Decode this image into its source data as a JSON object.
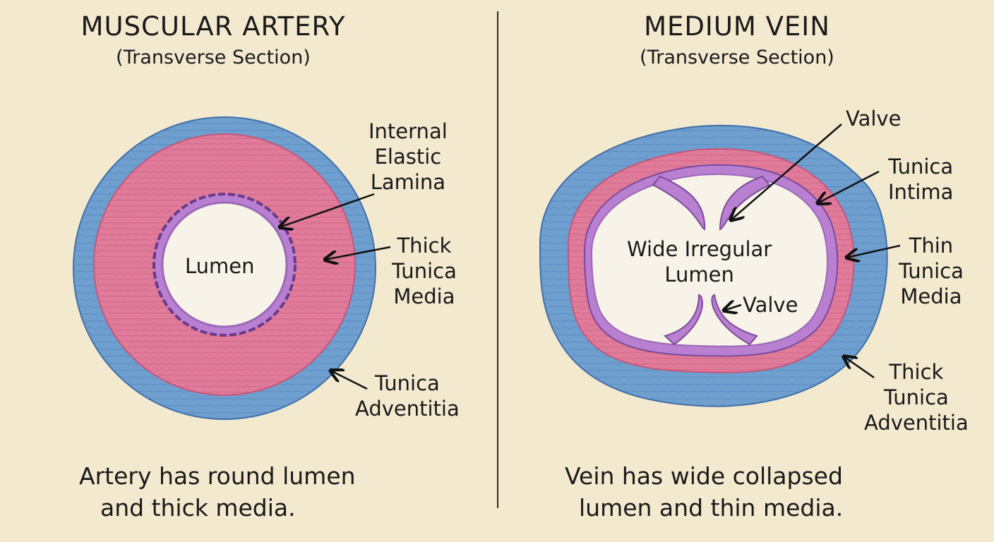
{
  "artery": {
    "title": "MUSCULAR ARTERY",
    "subtitle": "(Transverse Section)",
    "labels": {
      "lumen": "Lumen",
      "iel": [
        "Internal",
        "Elastic",
        "Lamina"
      ],
      "media": [
        "Thick",
        "Tunica",
        "Media"
      ],
      "adventitia": [
        "Tunica",
        "Adventitia"
      ]
    },
    "caption": [
      "Artery has round lumen",
      "and thick media."
    ]
  },
  "vein": {
    "title": "MEDIUM VEIN",
    "subtitle": "(Transverse Section)",
    "labels": {
      "valve_top": "Valve",
      "intima": [
        "Tunica",
        "Intima"
      ],
      "lumen": [
        "Wide Irregular",
        "Lumen"
      ],
      "valve_bottom": "Valve",
      "media": [
        "Thin",
        "Tunica",
        "Media"
      ],
      "adventitia": [
        "Thick",
        "Tunica",
        "Adventitia"
      ]
    },
    "caption": [
      "Vein has wide collapsed",
      "lumen and thin media."
    ]
  },
  "colors": {
    "background": "#f3e9cf",
    "adventitia": "#6f9fcf",
    "media": "#e07b9a",
    "intima": "#b97fd1",
    "lumen": "#f8f3e8"
  }
}
